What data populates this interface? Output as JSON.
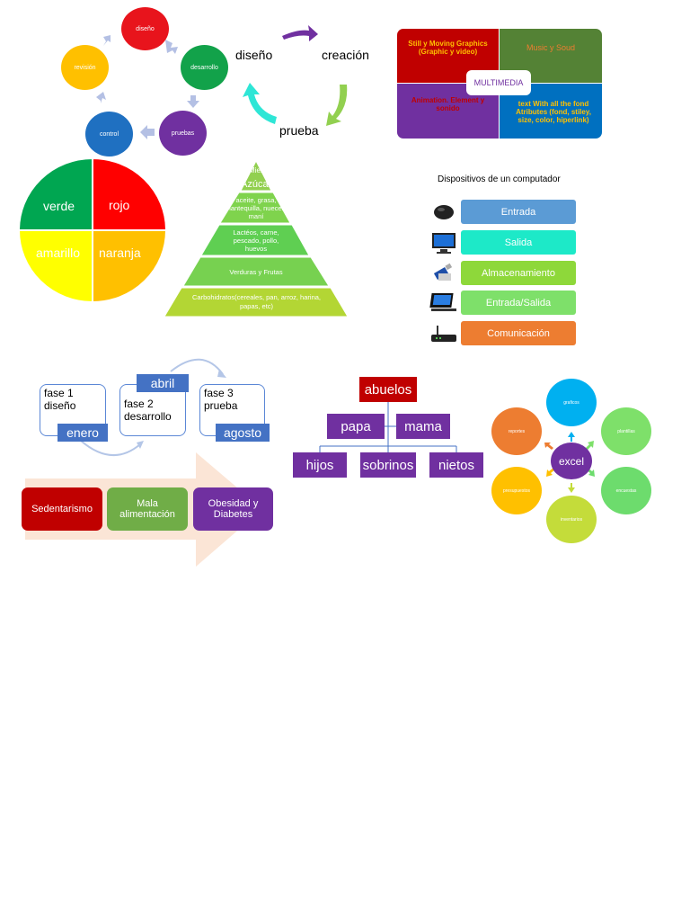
{
  "cycle1": {
    "nodes": [
      {
        "label": "diseño",
        "color": "#e8141c"
      },
      {
        "label": "desarrollo",
        "color": "#12a24a"
      },
      {
        "label": "pruebas",
        "color": "#7030a0"
      },
      {
        "label": "control",
        "color": "#1f70c1"
      },
      {
        "label": "revisión",
        "color": "#ffc000"
      }
    ]
  },
  "cycle2": {
    "words": [
      "diseño",
      "creación",
      "prueba"
    ],
    "arrow_colors": [
      "#7030a0",
      "#92d050",
      "#2ee6d6"
    ]
  },
  "multimedia": {
    "center": "MULTIMEDIA",
    "quadrants": [
      {
        "text": "Still y Moving Graphics (Graphic y video)",
        "bg": "#c00000",
        "fg": "#ffc000"
      },
      {
        "text": "Music y Soud",
        "bg": "#548235",
        "fg": "#ed7d31"
      },
      {
        "text": "Animation. Element y sonido",
        "bg": "#7030a0",
        "fg": "#c00000"
      },
      {
        "text": "text With all the fond Atributes (fond, stiley, size, color, hiperlink)",
        "bg": "#0070c0",
        "fg": "#ffc000"
      }
    ]
  },
  "colorwheel": {
    "segments": [
      {
        "label": "verde",
        "color": "#00a651"
      },
      {
        "label": "rojo",
        "color": "#ff0000"
      },
      {
        "label": "amarillo",
        "color": "#ffff00"
      },
      {
        "label": "naranja",
        "color": "#ffc000"
      }
    ]
  },
  "pyramid": {
    "levels": [
      {
        "text": "Miel",
        "color": "#92d050"
      },
      {
        "text": "Azúcar",
        "color": "#92d050"
      },
      {
        "text": "aceite, grasa, mantequilla, nueces, maní",
        "color": "#7fd34d"
      },
      {
        "text": "Lactéos, carne, pescado, pollo, huevos",
        "color": "#5fcf52"
      },
      {
        "text": "Verduras y Frutas",
        "color": "#77d150"
      },
      {
        "text": "Carbohidratos(cereales, pan, arroz, harina, papas, etc)",
        "color": "#b3d634"
      }
    ]
  },
  "devices": {
    "title": "Dispositivos de un computador",
    "items": [
      {
        "label": "Entrada",
        "color": "#5b9bd5",
        "icon": "mouse-icon"
      },
      {
        "label": "Salida",
        "color": "#1de9c8",
        "icon": "monitor-icon"
      },
      {
        "label": "Almacenamiento",
        "color": "#8ed83a",
        "icon": "usb-drive-icon"
      },
      {
        "label": "Entrada/Salida",
        "color": "#7ee06a",
        "icon": "tablet-icon"
      },
      {
        "label": "Comunicación",
        "color": "#ed7d31",
        "icon": "router-icon"
      }
    ]
  },
  "timeline": {
    "phases": [
      "fase 1\ndiseño",
      "fase 2\ndesarrollo",
      "fase 3\nprueba"
    ],
    "months": [
      "enero",
      "abril",
      "agosto"
    ]
  },
  "process": {
    "steps": [
      {
        "label": "Sedentarismo",
        "color": "#c00000"
      },
      {
        "label": "Mala alimentación",
        "color": "#70ad47"
      },
      {
        "label": "Obesidad y Diabetes",
        "color": "#7030a0"
      }
    ]
  },
  "family": {
    "root": "abuelos",
    "level2": [
      "papa",
      "mama"
    ],
    "level3": [
      "hijos",
      "sobrinos",
      "nietos"
    ]
  },
  "excel": {
    "center": "excel",
    "nodes": [
      {
        "label": "graficos",
        "color": "#00b0f0"
      },
      {
        "label": "plantillas",
        "color": "#7ee06a"
      },
      {
        "label": "encuestas",
        "color": "#6ddc6d"
      },
      {
        "label": "inventarios",
        "color": "#c4dc3a"
      },
      {
        "label": "presupuestos",
        "color": "#ffc000"
      },
      {
        "label": "reportes",
        "color": "#ed7d31"
      }
    ]
  }
}
